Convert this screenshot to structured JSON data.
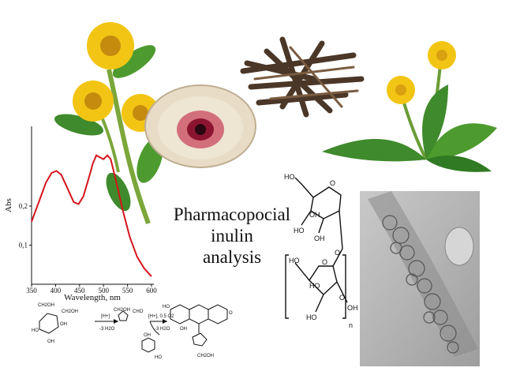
{
  "title_lines": [
    "Pharmacopocial",
    "inulin",
    "analysis"
  ],
  "chart_data": {
    "type": "line",
    "xlabel": "Wavelength, nm",
    "ylabel": "Abs",
    "xlim": [
      350,
      600
    ],
    "ylim": [
      0,
      0.4
    ],
    "x_ticks": [
      "350",
      "400",
      "450",
      "500",
      "550",
      "600"
    ],
    "y_ticks": [
      "0,1",
      "0,2"
    ],
    "grid": false,
    "series": [
      {
        "color": "#d4141c",
        "x": [
          350,
          365,
          380,
          392,
          402,
          412,
          425,
          438,
          448,
          458,
          470,
          478,
          485,
          492,
          500,
          508,
          515,
          525,
          540,
          555,
          570,
          585,
          600
        ],
        "y": [
          0.16,
          0.21,
          0.26,
          0.285,
          0.29,
          0.28,
          0.245,
          0.21,
          0.205,
          0.225,
          0.275,
          0.31,
          0.33,
          0.325,
          0.32,
          0.33,
          0.32,
          0.27,
          0.19,
          0.12,
          0.07,
          0.04,
          0.02
        ]
      }
    ]
  },
  "scheme": {
    "labels": [
      "CH2OH",
      "CH2OH",
      "OH",
      "HO",
      "OH",
      "[H+]",
      "-3 H2O",
      "CH2OH",
      "CHO",
      "[H+], 0.5 O2",
      "-3 H2O",
      "HO",
      "O",
      "OH",
      "CH2OH",
      "OH",
      "HO"
    ]
  },
  "structure": {
    "labels": [
      "HO",
      "O",
      "OH",
      "HO",
      "OH",
      "O",
      "HO",
      "O",
      "HO",
      "HO",
      "OH",
      "O",
      "n"
    ]
  },
  "images": {
    "elecampane_flowers": "yellow-flower-plant",
    "mortar_sample": "bowl-with-red-stain",
    "dried_roots": "dried-root-pieces",
    "dandelion": "dandelion-plant",
    "micrograph": "inulin-crystals-micrograph"
  },
  "colors": {
    "spectrum_line": "#d4141c",
    "petal": "#f2c514",
    "leaf": "#3f8a2c",
    "root": "#4a3728"
  }
}
